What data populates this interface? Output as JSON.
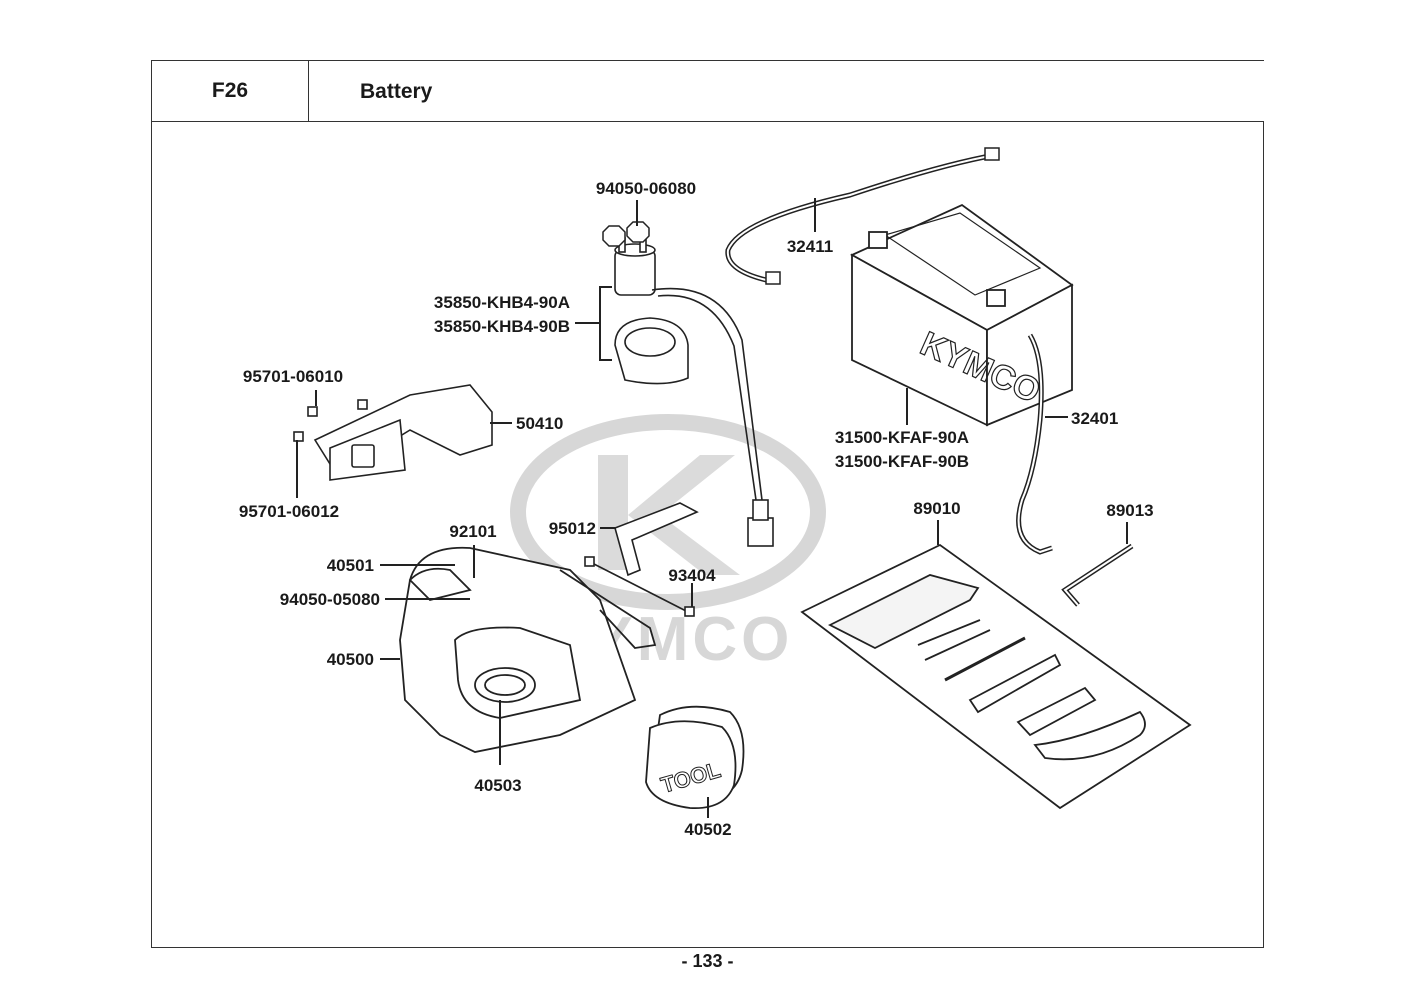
{
  "header": {
    "section_code": "F26",
    "section_title": "Battery"
  },
  "watermark": {
    "brand": "KYMCO",
    "color": "#cfcfcf"
  },
  "battery_markings": {
    "brand": "KYMCO"
  },
  "tool_cover_text": "TOOL",
  "callouts": {
    "p_94050_06080": "94050-06080",
    "p_35850_a": "35850-KHB4-90A",
    "p_35850_b": "35850-KHB4-90B",
    "p_32411": "32411",
    "p_95701_06010": "95701-06010",
    "p_50410": "50410",
    "p_95701_06012": "95701-06012",
    "p_31500_a": "31500-KFAF-90A",
    "p_31500_b": "31500-KFAF-90B",
    "p_32401": "32401",
    "p_92101": "92101",
    "p_95012": "95012",
    "p_40501": "40501",
    "p_94050_05080": "94050-05080",
    "p_93404": "93404",
    "p_89010": "89010",
    "p_89013": "89013",
    "p_40500": "40500",
    "p_40503": "40503",
    "p_40502": "40502"
  },
  "footer": {
    "page_number": "- 133 -"
  }
}
